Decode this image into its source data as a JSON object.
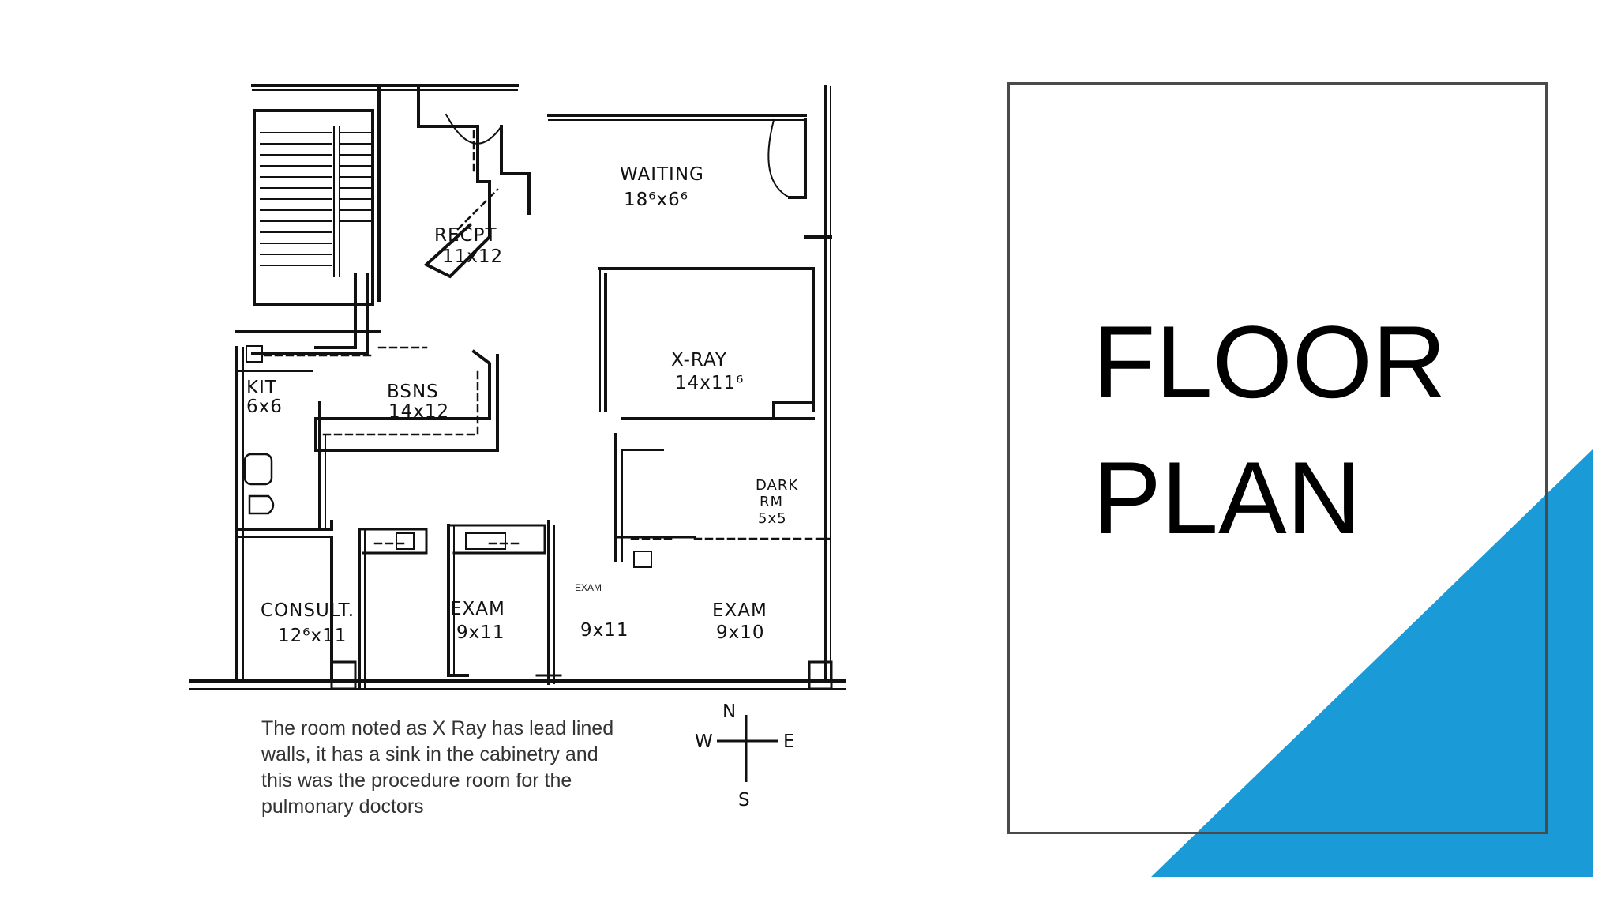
{
  "slide": {
    "title_lines": [
      "FLOOR",
      "PLAN"
    ],
    "accent_color": "#1a9ad6",
    "frame_color": "#4a4a4a"
  },
  "floor_plan": {
    "rooms": {
      "waiting": {
        "name": "WAITING",
        "size": "18⁶x6⁶"
      },
      "recept": {
        "name": "RECPT",
        "size": "11x12"
      },
      "xray": {
        "name": "X-RAY",
        "size": "14x11⁶"
      },
      "kit": {
        "name": "KIT",
        "size": "6x6"
      },
      "bsns": {
        "name": "BSNS",
        "size": "14x12"
      },
      "dark_rm": {
        "lines": [
          "DARK",
          "RM",
          "5x5"
        ]
      },
      "consult": {
        "name": "CONSULT.",
        "size": "12⁶x11"
      },
      "exam1": {
        "name": "EXAM",
        "size": "9x11"
      },
      "exam2": {
        "name": "EXAM",
        "size": "9x11"
      },
      "exam3": {
        "name": "EXAM",
        "size": "9x10"
      }
    },
    "compass": {
      "n": "N",
      "e": "E",
      "s": "S",
      "w": "W"
    },
    "note_lines": [
      "The room noted as X Ray has lead lined",
      "walls, it has a sink in the cabinetry and",
      "this was the procedure room for the",
      "pulmonary doctors"
    ]
  }
}
